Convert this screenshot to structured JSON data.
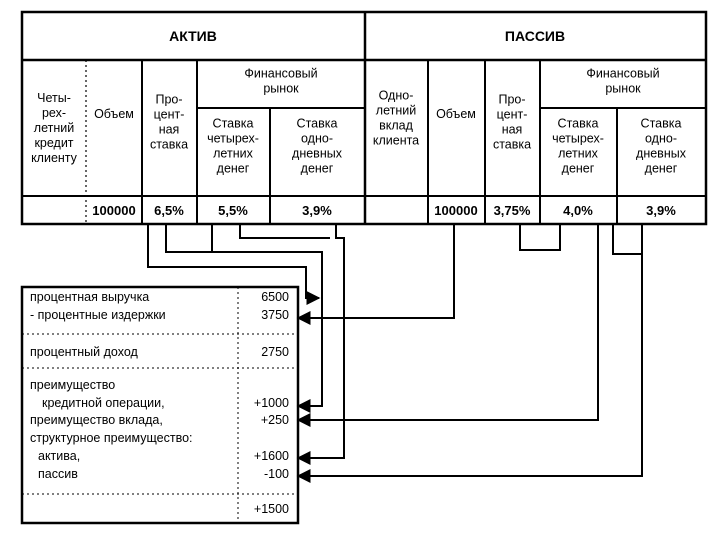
{
  "table": {
    "aktiv_title": "АКТИВ",
    "passiv_title": "ПАССИВ",
    "aktiv_headers": {
      "c1": [
        "Четы-",
        "рех-",
        "летний",
        "кредит",
        "клиенту"
      ],
      "c2": [
        "Объем"
      ],
      "c3": [
        "Про-",
        "цент-",
        "ная",
        "ставка"
      ],
      "market": [
        "Финансовый",
        "рынок"
      ],
      "c4": [
        "Ставка",
        "четырех-",
        "летних",
        "денег"
      ],
      "c5": [
        "Ставка",
        "одно-",
        "дневных",
        "денег"
      ]
    },
    "passiv_headers": {
      "c1": [
        "Одно-",
        "летний",
        "вклад",
        "клиента"
      ],
      "c2": [
        "Объем"
      ],
      "c3": [
        "Про-",
        "цент-",
        "ная",
        "ставка"
      ],
      "market": [
        "Финансовый",
        "рынок"
      ],
      "c4": [
        "Ставка",
        "четырех-",
        "летних",
        "денег"
      ],
      "c5": [
        "Ставка",
        "одно-",
        "дневных",
        "денег"
      ]
    },
    "aktiv_values": [
      "",
      "100000",
      "6,5%",
      "5,5%",
      "3,9%"
    ],
    "passiv_values": [
      "",
      "100000",
      "3,75%",
      "4,0%",
      "3,9%"
    ]
  },
  "calc": {
    "rows": [
      {
        "label": "процентная выручка",
        "value": "6500"
      },
      {
        "label": "- процентные издержки",
        "value": "3750"
      },
      {
        "label": "процентный доход",
        "value": "2750"
      },
      {
        "label": "преимущество",
        "value": ""
      },
      {
        "label": "кредитной операции,",
        "value": "+1000"
      },
      {
        "label": "преимущество вклада,",
        "value": "+250"
      },
      {
        "label": "структурное преимущество:",
        "value": ""
      },
      {
        "label": "актива,",
        "value": "+1600"
      },
      {
        "label": "пассив",
        "value": "-100"
      },
      {
        "label": "",
        "value": "+1500"
      }
    ]
  }
}
